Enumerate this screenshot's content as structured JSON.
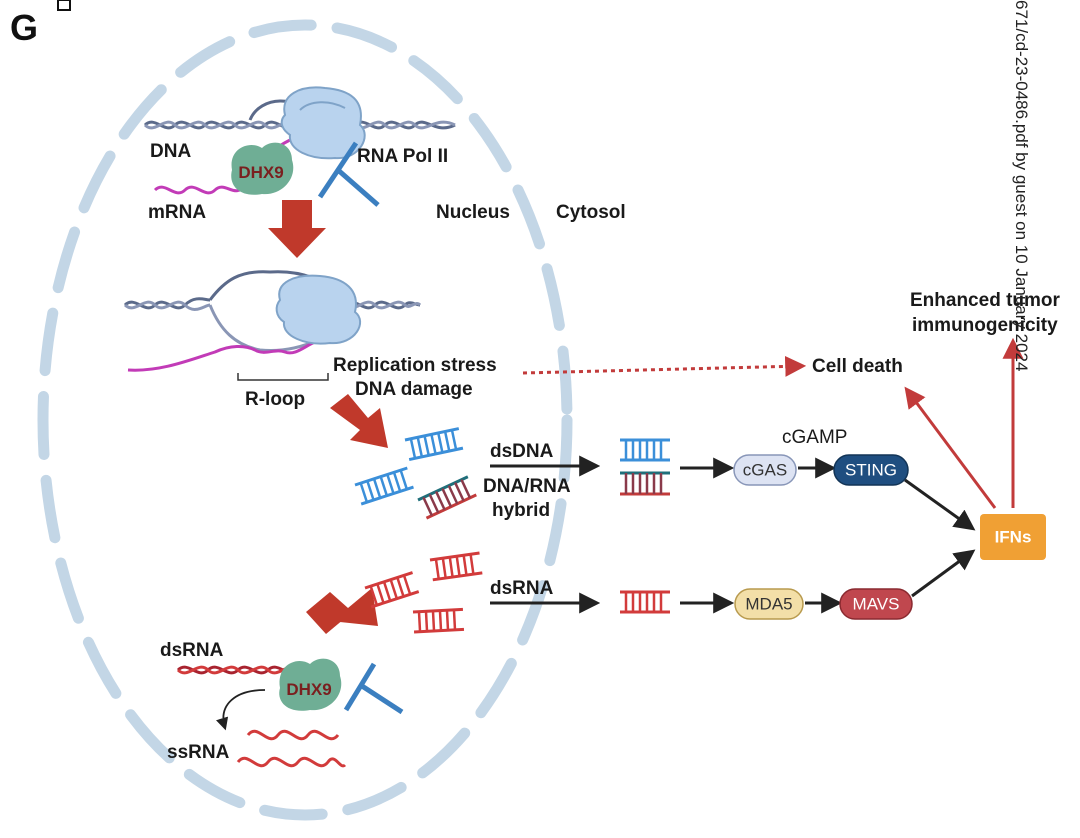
{
  "panel_label": "G",
  "side_text": "671/cd-23-0486.pdf by guest on 10 January 2024",
  "labels": {
    "dna": "DNA",
    "rna_pol": "RNA Pol II",
    "dhx9_top": "DHX9",
    "mrna": "mRNA",
    "nucleus": "Nucleus",
    "cytosol": "Cytosol",
    "rloop": "R-loop",
    "replication_stress": "Replication stress",
    "dna_damage": "DNA damage",
    "cell_death": "Cell death",
    "enhanced_tumor": "Enhanced tumor",
    "immunogenicity": "immunogenicity",
    "dsdna": "dsDNA",
    "dna_rna": "DNA/RNA",
    "hybrid": "hybrid",
    "cgamp": "cGAMP",
    "cgas": "cGAS",
    "sting": "STING",
    "ifns": "IFNs",
    "dsrna_cyto": "dsRNA",
    "mda5": "MDA5",
    "mavs": "MAVS",
    "dsrna_nuc": "dsRNA",
    "dhx9_bottom": "DHX9",
    "ssrna": "ssRNA"
  },
  "colors": {
    "membrane": "#c3d6e6",
    "dhx9": "#6fae95",
    "dhx9_text": "#7a1f1f",
    "polymerase": "#b9d3ee",
    "inhibitor": "#3b7fc0",
    "big_arrow": "#c0392b",
    "dna_blue": "#3b8fd9",
    "rna_red": "#d23b3b",
    "hybrid_teal": "#1f6f7a",
    "mrna": "#c23bb7",
    "cgas_fill": "#dde3f3",
    "sting_fill": "#1f4e80",
    "mda5_fill": "#f3dfa8",
    "mavs_fill": "#c0474e",
    "ifns_fill": "#f0a034"
  }
}
